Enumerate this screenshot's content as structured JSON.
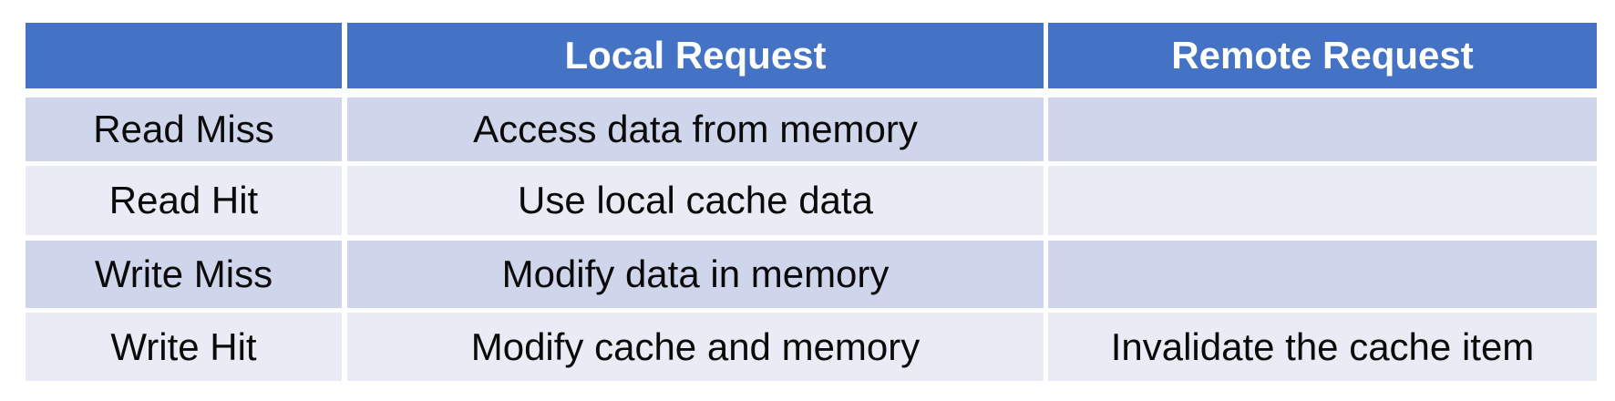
{
  "colors": {
    "page_background": "#FFFFFF",
    "header_background": "#4472C4",
    "header_text": "#FFFFFF",
    "band_dark": "#CFD5EA",
    "band_light": "#E9EBF5",
    "body_text": "#0A0A0A"
  },
  "table": {
    "headers": {
      "col1": "",
      "col2": "Local Request",
      "col3": "Remote Request"
    },
    "rows": [
      {
        "label": "Read Miss",
        "local": "Access data from memory",
        "remote": ""
      },
      {
        "label": "Read Hit",
        "local": "Use local cache data",
        "remote": ""
      },
      {
        "label": "Write Miss",
        "local": "Modify data in memory",
        "remote": ""
      },
      {
        "label": "Write Hit",
        "local": "Modify cache and memory",
        "remote": "Invalidate the cache item"
      }
    ]
  },
  "chart_data": {
    "type": "table",
    "columns": [
      "",
      "Local Request",
      "Remote Request"
    ],
    "rows": [
      [
        "Read Miss",
        "Access data from memory",
        ""
      ],
      [
        "Read Hit",
        "Use local cache data",
        ""
      ],
      [
        "Write Miss",
        "Modify data in memory",
        ""
      ],
      [
        "Write Hit",
        "Modify cache and memory",
        "Invalidate the cache item"
      ]
    ],
    "layout": {
      "header_fill": "#4472C4",
      "banded_rows": true,
      "band_colors": [
        "#CFD5EA",
        "#E9EBF5"
      ],
      "cell_borders": "white-gaps",
      "text_align": "center"
    }
  }
}
